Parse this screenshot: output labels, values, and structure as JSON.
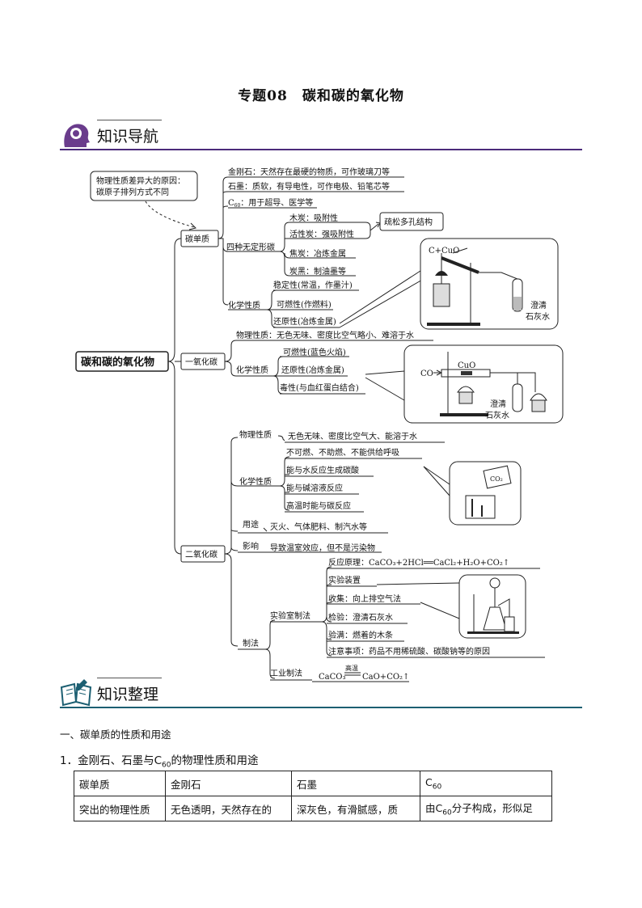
{
  "title": "专题08　碳和碳的氧化物",
  "sections": {
    "nav": "知识导航",
    "summary": "知识整理"
  },
  "map": {
    "root": "碳和碳的氧化物",
    "note_line1": "物理性质差异大的原因：",
    "note_line2": "碳原子排列方式不同",
    "carbon": {
      "label": "碳单质",
      "diamond": "金刚石：天然存在最硬的物质，可作玻璃刀等",
      "graphite": "石墨：质软，有导电性，可作电极、铅笔芯等",
      "c60_a": "C",
      "c60_sub": "60",
      "c60_b": "：用于超导、医学等",
      "amorphous": "四种无定形碳",
      "charcoal": "木炭：吸附性",
      "activated": "活性炭：强吸附性",
      "porous": "疏松多孔结构",
      "coke": "焦炭：冶炼金属",
      "carbon_black": "炭黑：制油墨等",
      "chem": "化学性质",
      "stability": "稳定性(常温，作墨汁)",
      "flammability": "可燃性(作燃料)",
      "reducibility": "还原性(冶炼金属)",
      "app_label": "C+CuO",
      "limewater_1": "澄清",
      "limewater_2": "石灰水"
    },
    "co": {
      "label": "一氧化碳",
      "physical": "物理性质：无色无味、密度比空气略小、难溶于水",
      "chem": "化学性质",
      "flammable": "可燃性(蓝色火焰)",
      "reducing": "还原性(冶炼金属)",
      "toxic": "毒性(与血红蛋白结合)",
      "app_co": "CO",
      "app_cuo": "CuO",
      "limewater_1": "澄清",
      "limewater_2": "石灰水"
    },
    "co2": {
      "label": "二氧化碳",
      "physical": "物理性质",
      "physical_desc": "无色无味、密度比空气大、能溶于水",
      "chem": "化学性质",
      "chem_1": "不可燃、不助燃、不能供给呼吸",
      "chem_2": "能与水反应生成碳酸",
      "chem_3": "能与碱溶液反应",
      "chem_4": "高温时能与碳反应",
      "beaker_label": "CO₂",
      "use": "用途",
      "use_desc": "灭火、气体肥料、制汽水等",
      "impact": "影响",
      "impact_desc": "导致温室效应，但不是污染物",
      "prep": "制法",
      "lab": "实验室制法",
      "principle": "反应原理：CaCO₃+2HCl══CaCl₂+H₂O+CO₂↑",
      "apparatus": "实验装置",
      "collect": "收集：向上排空气法",
      "test": "检验：澄清石灰水",
      "full": "验满：燃着的木条",
      "caution": "注意事项：药品不用稀硫酸、碳酸钠等的原因",
      "industry": "工业制法",
      "industry_left": "CaCO₃",
      "industry_cond": "高温",
      "industry_right": "CaO+CO₂↑"
    }
  },
  "body": {
    "heading1": "一、碳单质的性质和用途",
    "heading2_a": "1．金刚石、石墨与C",
    "heading2_sub": "60",
    "heading2_b": "的物理性质和用途"
  },
  "table": {
    "header": [
      "碳单质",
      "金刚石",
      "石墨",
      "C"
    ],
    "header_c60_sub": "60",
    "row1": [
      "突出的物理性质",
      "无色透明，天然存在的",
      "深灰色，有滑腻感，质"
    ],
    "row1_c60_a": "由C",
    "row1_c60_sub": "60",
    "row1_c60_b": "分子构成，形似足"
  }
}
